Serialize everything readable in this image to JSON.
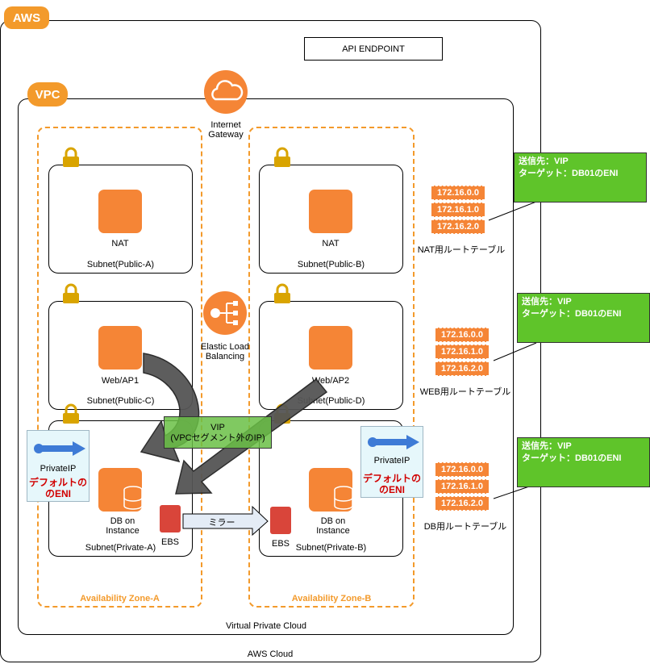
{
  "aws_cloud": {
    "badge": "AWS",
    "label": "AWS Cloud"
  },
  "vpc": {
    "badge": "VPC",
    "label": "Virtual Private Cloud"
  },
  "api_endpoint": "API ENDPOINT",
  "internet_gateway": {
    "label_line1": "Internet",
    "label_line2": "Gateway"
  },
  "elb": {
    "label_line1": "Elastic Load",
    "label_line2": "Balancing"
  },
  "availability_zones": [
    {
      "label": "Availability Zone-A"
    },
    {
      "label": "Availability Zone-B"
    }
  ],
  "subnets": {
    "public_a": {
      "label": "Subnet(Public-A)",
      "instance": "NAT"
    },
    "public_b": {
      "label": "Subnet(Public-B)",
      "instance": "NAT"
    },
    "public_c": {
      "label": "Subnet(Public-C)",
      "instance": "Web/AP1"
    },
    "public_d": {
      "label": "Subnet(Public-D)",
      "instance": "Web/AP2"
    },
    "private_a": {
      "label": "Subnet(Private-A)",
      "db_line1": "DB on",
      "db_line2": "Instance",
      "ebs": "EBS"
    },
    "private_b": {
      "label": "Subnet(Private-B)",
      "db_line1": "DB on",
      "db_line2": "Instance",
      "ebs": "EBS"
    }
  },
  "eni_a": {
    "label": "PrivateIP",
    "note_line1": "デフォルトの",
    "note_line2": "のENI"
  },
  "eni_b": {
    "label": "PrivateIP",
    "note_line1": "デフォルトの",
    "note_line2": "のENI"
  },
  "vip": {
    "line1": "VIP",
    "line2": "(VPCセグメント外のIP)"
  },
  "mirror": "ミラー",
  "route_tables": [
    {
      "name": "NAT用ルートテーブル",
      "entries": [
        "172.16.0.0",
        "172.16.1.0",
        "172.16.2.0"
      ],
      "note_line1": "送信先：VIP",
      "note_line2": "ターゲット：DB01のENI"
    },
    {
      "name": "WEB用ルートテーブル",
      "entries": [
        "172.16.0.0",
        "172.16.1.0",
        "172.16.2.0"
      ],
      "note_line1": "送信先：VIP",
      "note_line2": "ターゲット：DB01のENI"
    },
    {
      "name": "DB用ルートテーブル",
      "entries": [
        "172.16.0.0",
        "172.16.1.0",
        "172.16.2.0"
      ],
      "note_line1": "送信先：VIP",
      "note_line2": "ターゲット：DB01のENI"
    }
  ],
  "colors": {
    "aws_orange": "#f58536",
    "az_dashed": "#f39a2b",
    "lock_gold": "#d9a400",
    "note_green": "#5fc42a",
    "vip_green": "#6abf45",
    "ebs_red": "#d9453a"
  }
}
